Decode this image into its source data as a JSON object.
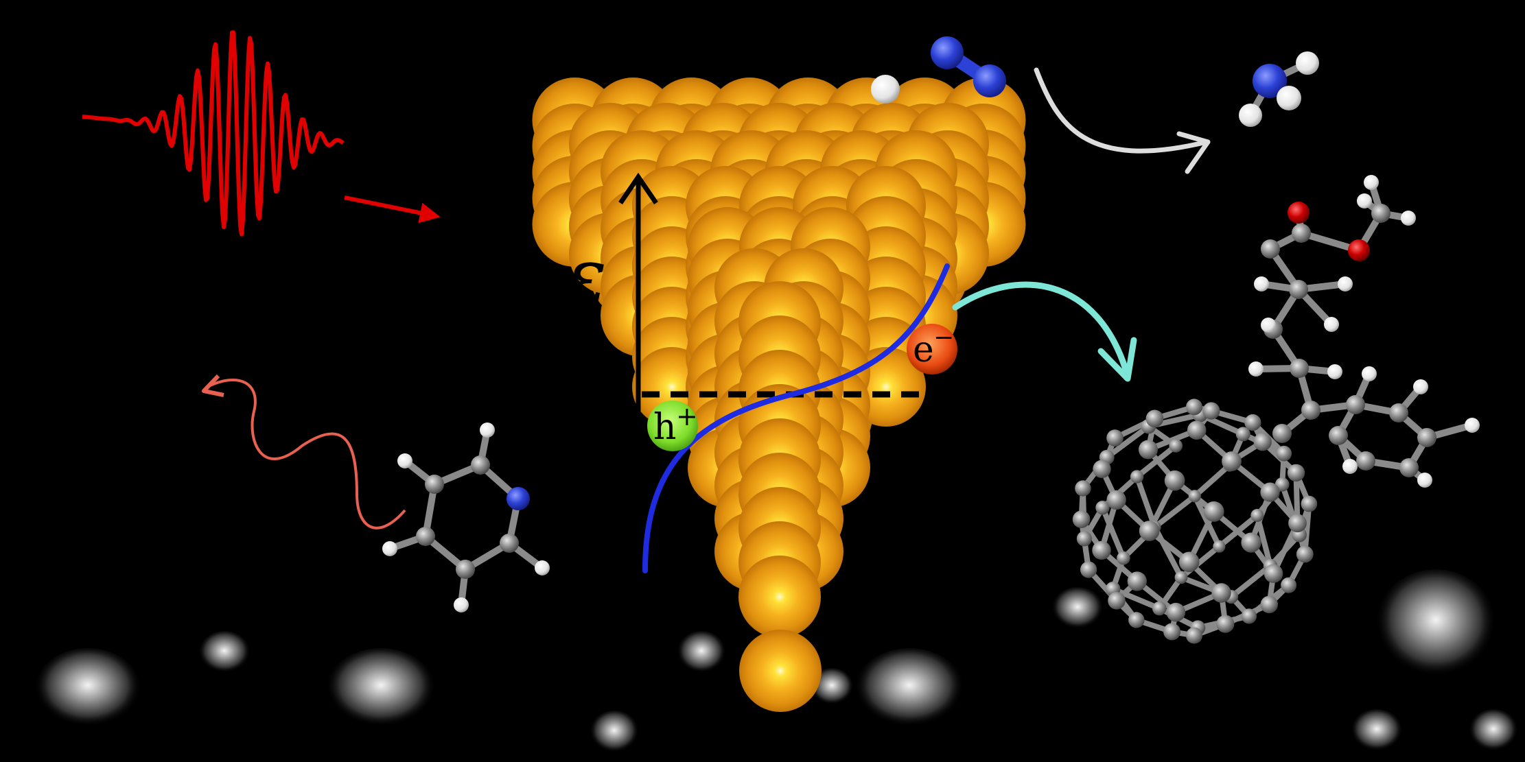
{
  "labels": {
    "energy_axis": "ε",
    "hole": "h",
    "hole_sign": "+",
    "electron": "e",
    "electron_sign": "−"
  },
  "colors": {
    "background": "#000000",
    "gold": "#f0a21a",
    "pulse": "#e00000",
    "emission": "#e8604f",
    "density_curve": "#1e2be0",
    "transfer_arrow": "#7ee6d6",
    "reaction_arrow": "#dddddd",
    "hole_fill": "#7ddc2a",
    "electron_fill": "#e84a12",
    "nitrogen": "#2c42d6",
    "oxygen": "#cc0000",
    "carbon": "#8a8a8a",
    "hydrogen": "#f2f2f2"
  },
  "icons": {
    "pulse": "laser-pulse-icon",
    "emission": "photon-emission-icon",
    "tip": "gold-nanotip-icon",
    "n2": "nitrogen-molecule-icon",
    "h": "hydrogen-atom-icon",
    "nh3": "ammonia-molecule-icon",
    "pyridine": "pyridine-molecule-icon",
    "fullerene": "pcbm-fullerene-icon"
  }
}
